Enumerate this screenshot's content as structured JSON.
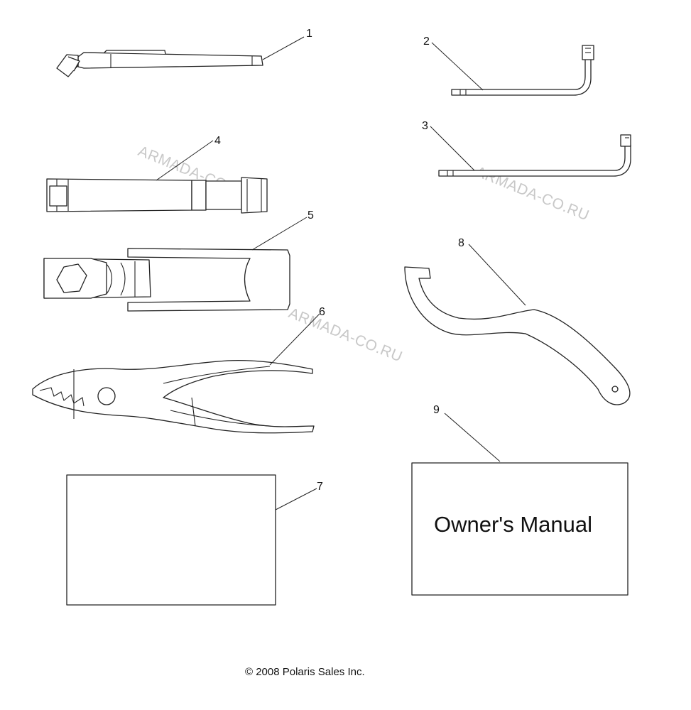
{
  "callouts": {
    "c1": "1",
    "c2": "2",
    "c3": "3",
    "c4": "4",
    "c5": "5",
    "c6": "6",
    "c7": "7",
    "c8": "8",
    "c9": "9"
  },
  "manual_title": "Owner's Manual",
  "copyright": "© 2008 Polaris Sales Inc.",
  "watermark": "ARMADA-CO.RU"
}
